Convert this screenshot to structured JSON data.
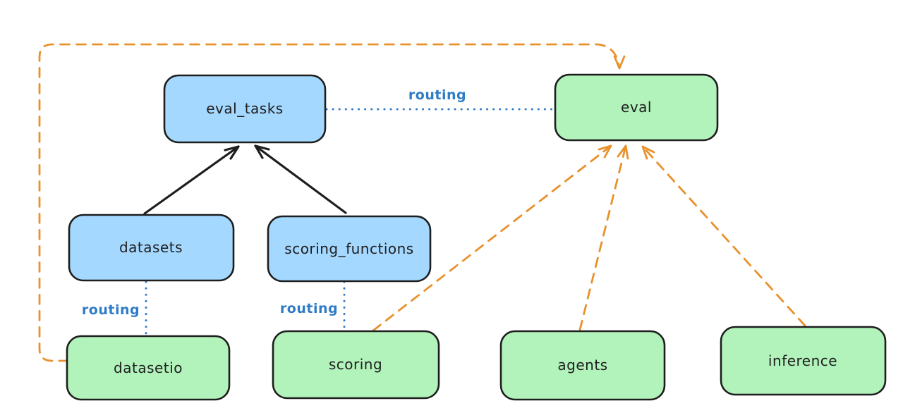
{
  "diagram": {
    "type": "architecture-diagram",
    "colors": {
      "background": "#ffffff",
      "node_stroke": "#1e1e1e",
      "api_fill": "#a5d8ff",
      "provider_fill": "#b2f2bb",
      "routing_blue": "#2f7cc6",
      "arrow_black": "#1e1e1e",
      "provider_orange": "#e8912d"
    },
    "nodes": [
      {
        "id": "eval_tasks",
        "label": "eval_tasks",
        "fill": "#a5d8ff"
      },
      {
        "id": "eval",
        "label": "eval",
        "fill": "#b2f2bb"
      },
      {
        "id": "datasets",
        "label": "datasets",
        "fill": "#a5d8ff"
      },
      {
        "id": "scoring_functions",
        "label": "scoring_functions",
        "fill": "#a5d8ff"
      },
      {
        "id": "datasetio",
        "label": "datasetio",
        "fill": "#b2f2bb"
      },
      {
        "id": "scoring",
        "label": "scoring",
        "fill": "#b2f2bb"
      },
      {
        "id": "agents",
        "label": "agents",
        "fill": "#b2f2bb"
      },
      {
        "id": "inference",
        "label": "inference",
        "fill": "#b2f2bb"
      }
    ],
    "edges": [
      {
        "from": "datasets",
        "to": "eval_tasks",
        "style": "solid-arrow",
        "color": "#1e1e1e",
        "label": ""
      },
      {
        "from": "scoring_functions",
        "to": "eval_tasks",
        "style": "solid-arrow",
        "color": "#1e1e1e",
        "label": ""
      },
      {
        "from": "eval_tasks",
        "to": "eval",
        "style": "dotted",
        "color": "#2f7cc6",
        "label": "routing"
      },
      {
        "from": "datasets",
        "to": "datasetio",
        "style": "dotted",
        "color": "#2f7cc6",
        "label": "routing"
      },
      {
        "from": "scoring_functions",
        "to": "scoring",
        "style": "dotted",
        "color": "#2f7cc6",
        "label": "routing"
      },
      {
        "from": "datasetio",
        "to": "eval",
        "style": "dashed-arrow",
        "color": "#e8912d",
        "label": ""
      },
      {
        "from": "scoring",
        "to": "eval",
        "style": "dashed-arrow",
        "color": "#e8912d",
        "label": ""
      },
      {
        "from": "agents",
        "to": "eval",
        "style": "dashed-arrow",
        "color": "#e8912d",
        "label": ""
      },
      {
        "from": "inference",
        "to": "eval",
        "style": "dashed-arrow",
        "color": "#e8912d",
        "label": ""
      }
    ]
  }
}
